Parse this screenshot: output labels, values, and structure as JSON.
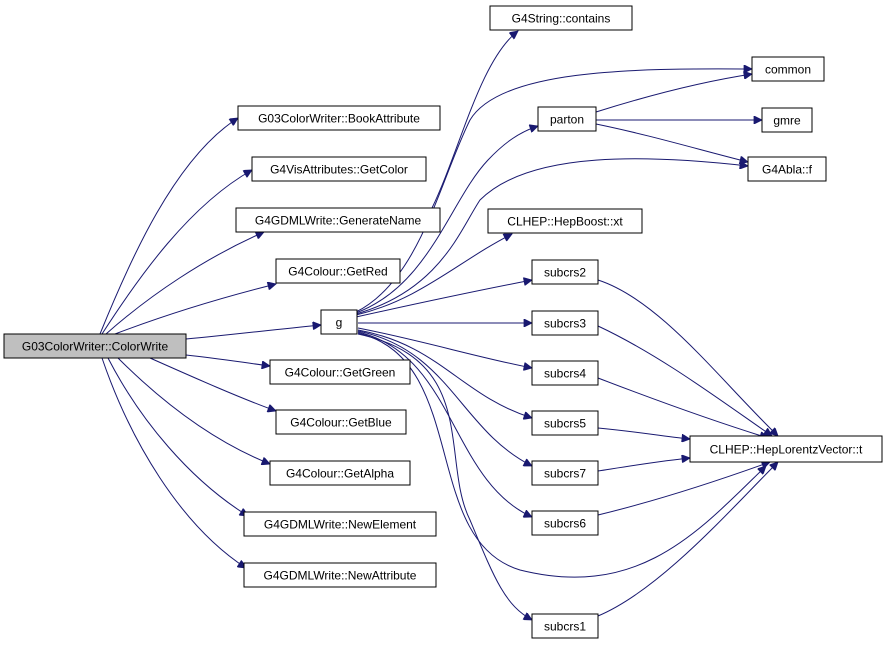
{
  "diagram": {
    "nodes": [
      {
        "id": "colorwrite",
        "label": "G03ColorWriter::ColorWrite"
      },
      {
        "id": "bookattr",
        "label": "G03ColorWriter::BookAttribute"
      },
      {
        "id": "getcolor",
        "label": "G4VisAttributes::GetColor"
      },
      {
        "id": "genname",
        "label": "G4GDMLWrite::GenerateName"
      },
      {
        "id": "getred",
        "label": "G4Colour::GetRed"
      },
      {
        "id": "g",
        "label": "g"
      },
      {
        "id": "getgreen",
        "label": "G4Colour::GetGreen"
      },
      {
        "id": "getblue",
        "label": "G4Colour::GetBlue"
      },
      {
        "id": "getalpha",
        "label": "G4Colour::GetAlpha"
      },
      {
        "id": "newelement",
        "label": "G4GDMLWrite::NewElement"
      },
      {
        "id": "newattr",
        "label": "G4GDMLWrite::NewAttribute"
      },
      {
        "id": "contains",
        "label": "G4String::contains"
      },
      {
        "id": "parton",
        "label": "parton"
      },
      {
        "id": "hepboost",
        "label": "CLHEP::HepBoost::xt"
      },
      {
        "id": "subcrs2",
        "label": "subcrs2"
      },
      {
        "id": "subcrs3",
        "label": "subcrs3"
      },
      {
        "id": "subcrs4",
        "label": "subcrs4"
      },
      {
        "id": "subcrs5",
        "label": "subcrs5"
      },
      {
        "id": "subcrs7",
        "label": "subcrs7"
      },
      {
        "id": "subcrs6",
        "label": "subcrs6"
      },
      {
        "id": "subcrs1",
        "label": "subcrs1"
      },
      {
        "id": "common",
        "label": "common"
      },
      {
        "id": "gmre",
        "label": "gmre"
      },
      {
        "id": "g4ablaf",
        "label": "G4Abla::f"
      },
      {
        "id": "heplv",
        "label": "CLHEP::HepLorentzVector::t"
      }
    ],
    "edges": [
      {
        "from": "colorwrite",
        "to": "bookattr"
      },
      {
        "from": "colorwrite",
        "to": "getcolor"
      },
      {
        "from": "colorwrite",
        "to": "genname"
      },
      {
        "from": "colorwrite",
        "to": "getred"
      },
      {
        "from": "colorwrite",
        "to": "g"
      },
      {
        "from": "colorwrite",
        "to": "getgreen"
      },
      {
        "from": "colorwrite",
        "to": "getblue"
      },
      {
        "from": "colorwrite",
        "to": "getalpha"
      },
      {
        "from": "colorwrite",
        "to": "newelement"
      },
      {
        "from": "colorwrite",
        "to": "newattr"
      },
      {
        "from": "genname",
        "to": "contains"
      },
      {
        "from": "g",
        "to": "common"
      },
      {
        "from": "g",
        "to": "parton"
      },
      {
        "from": "g",
        "to": "g4ablaf"
      },
      {
        "from": "g",
        "to": "hepboost"
      },
      {
        "from": "g",
        "to": "subcrs2"
      },
      {
        "from": "g",
        "to": "subcrs3"
      },
      {
        "from": "g",
        "to": "subcrs4"
      },
      {
        "from": "g",
        "to": "subcrs5"
      },
      {
        "from": "g",
        "to": "subcrs7"
      },
      {
        "from": "g",
        "to": "subcrs6"
      },
      {
        "from": "g",
        "to": "heplv"
      },
      {
        "from": "g",
        "to": "subcrs1"
      },
      {
        "from": "parton",
        "to": "common"
      },
      {
        "from": "parton",
        "to": "gmre"
      },
      {
        "from": "parton",
        "to": "g4ablaf"
      },
      {
        "from": "subcrs2",
        "to": "heplv"
      },
      {
        "from": "subcrs3",
        "to": "heplv"
      },
      {
        "from": "subcrs4",
        "to": "heplv"
      },
      {
        "from": "subcrs5",
        "to": "heplv"
      },
      {
        "from": "subcrs7",
        "to": "heplv"
      },
      {
        "from": "subcrs6",
        "to": "heplv"
      },
      {
        "from": "subcrs1",
        "to": "heplv"
      }
    ]
  }
}
